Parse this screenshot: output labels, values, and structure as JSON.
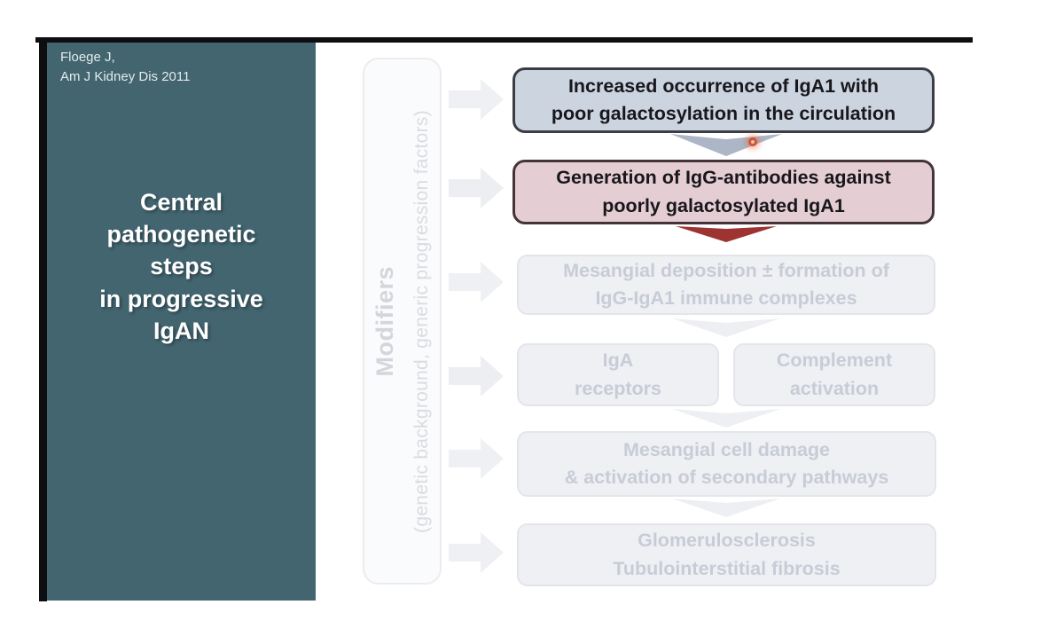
{
  "citation": "Floege J,\nAm J Kidney Dis 2011",
  "title": "Central\npathogenetic\nsteps\nin progressive\nIgAN",
  "modifiers": {
    "label": "Modifiers",
    "note": "(genetic background, generic progression factors)"
  },
  "steps": [
    {
      "label": "Increased occurrence of IgA1 with\npoor galactosylation in the circulation",
      "state": "highlighted",
      "fill": "#ccd4e0"
    },
    {
      "label": "Generation of IgG-antibodies against\npoorly galactosylated IgA1",
      "state": "highlighted",
      "fill": "#e5ced3"
    },
    {
      "label": "Mesangial deposition ± formation of\nIgG-IgA1 immune complexes",
      "state": "faded"
    },
    {
      "label": "IgA\nreceptors",
      "state": "faded"
    },
    {
      "label": "Complement\nactivation",
      "state": "faded"
    },
    {
      "label": "Mesangial cell damage\n& activation of secondary pathways",
      "state": "faded"
    },
    {
      "label": "Glomerulosclerosis\nTubulointerstitial fibrosis",
      "state": "faded"
    }
  ],
  "colors": {
    "panel_teal": "#426570",
    "step1_fill": "#ccd4e0",
    "step2_fill": "#e5ced3",
    "arrow_blue_gray": "#adb6c6",
    "arrow_dark_red": "#9d3432",
    "faded_fill": "#eff0f4",
    "faded_text": "#c7ccd6",
    "laser_dot_ring": "#d0543a"
  }
}
